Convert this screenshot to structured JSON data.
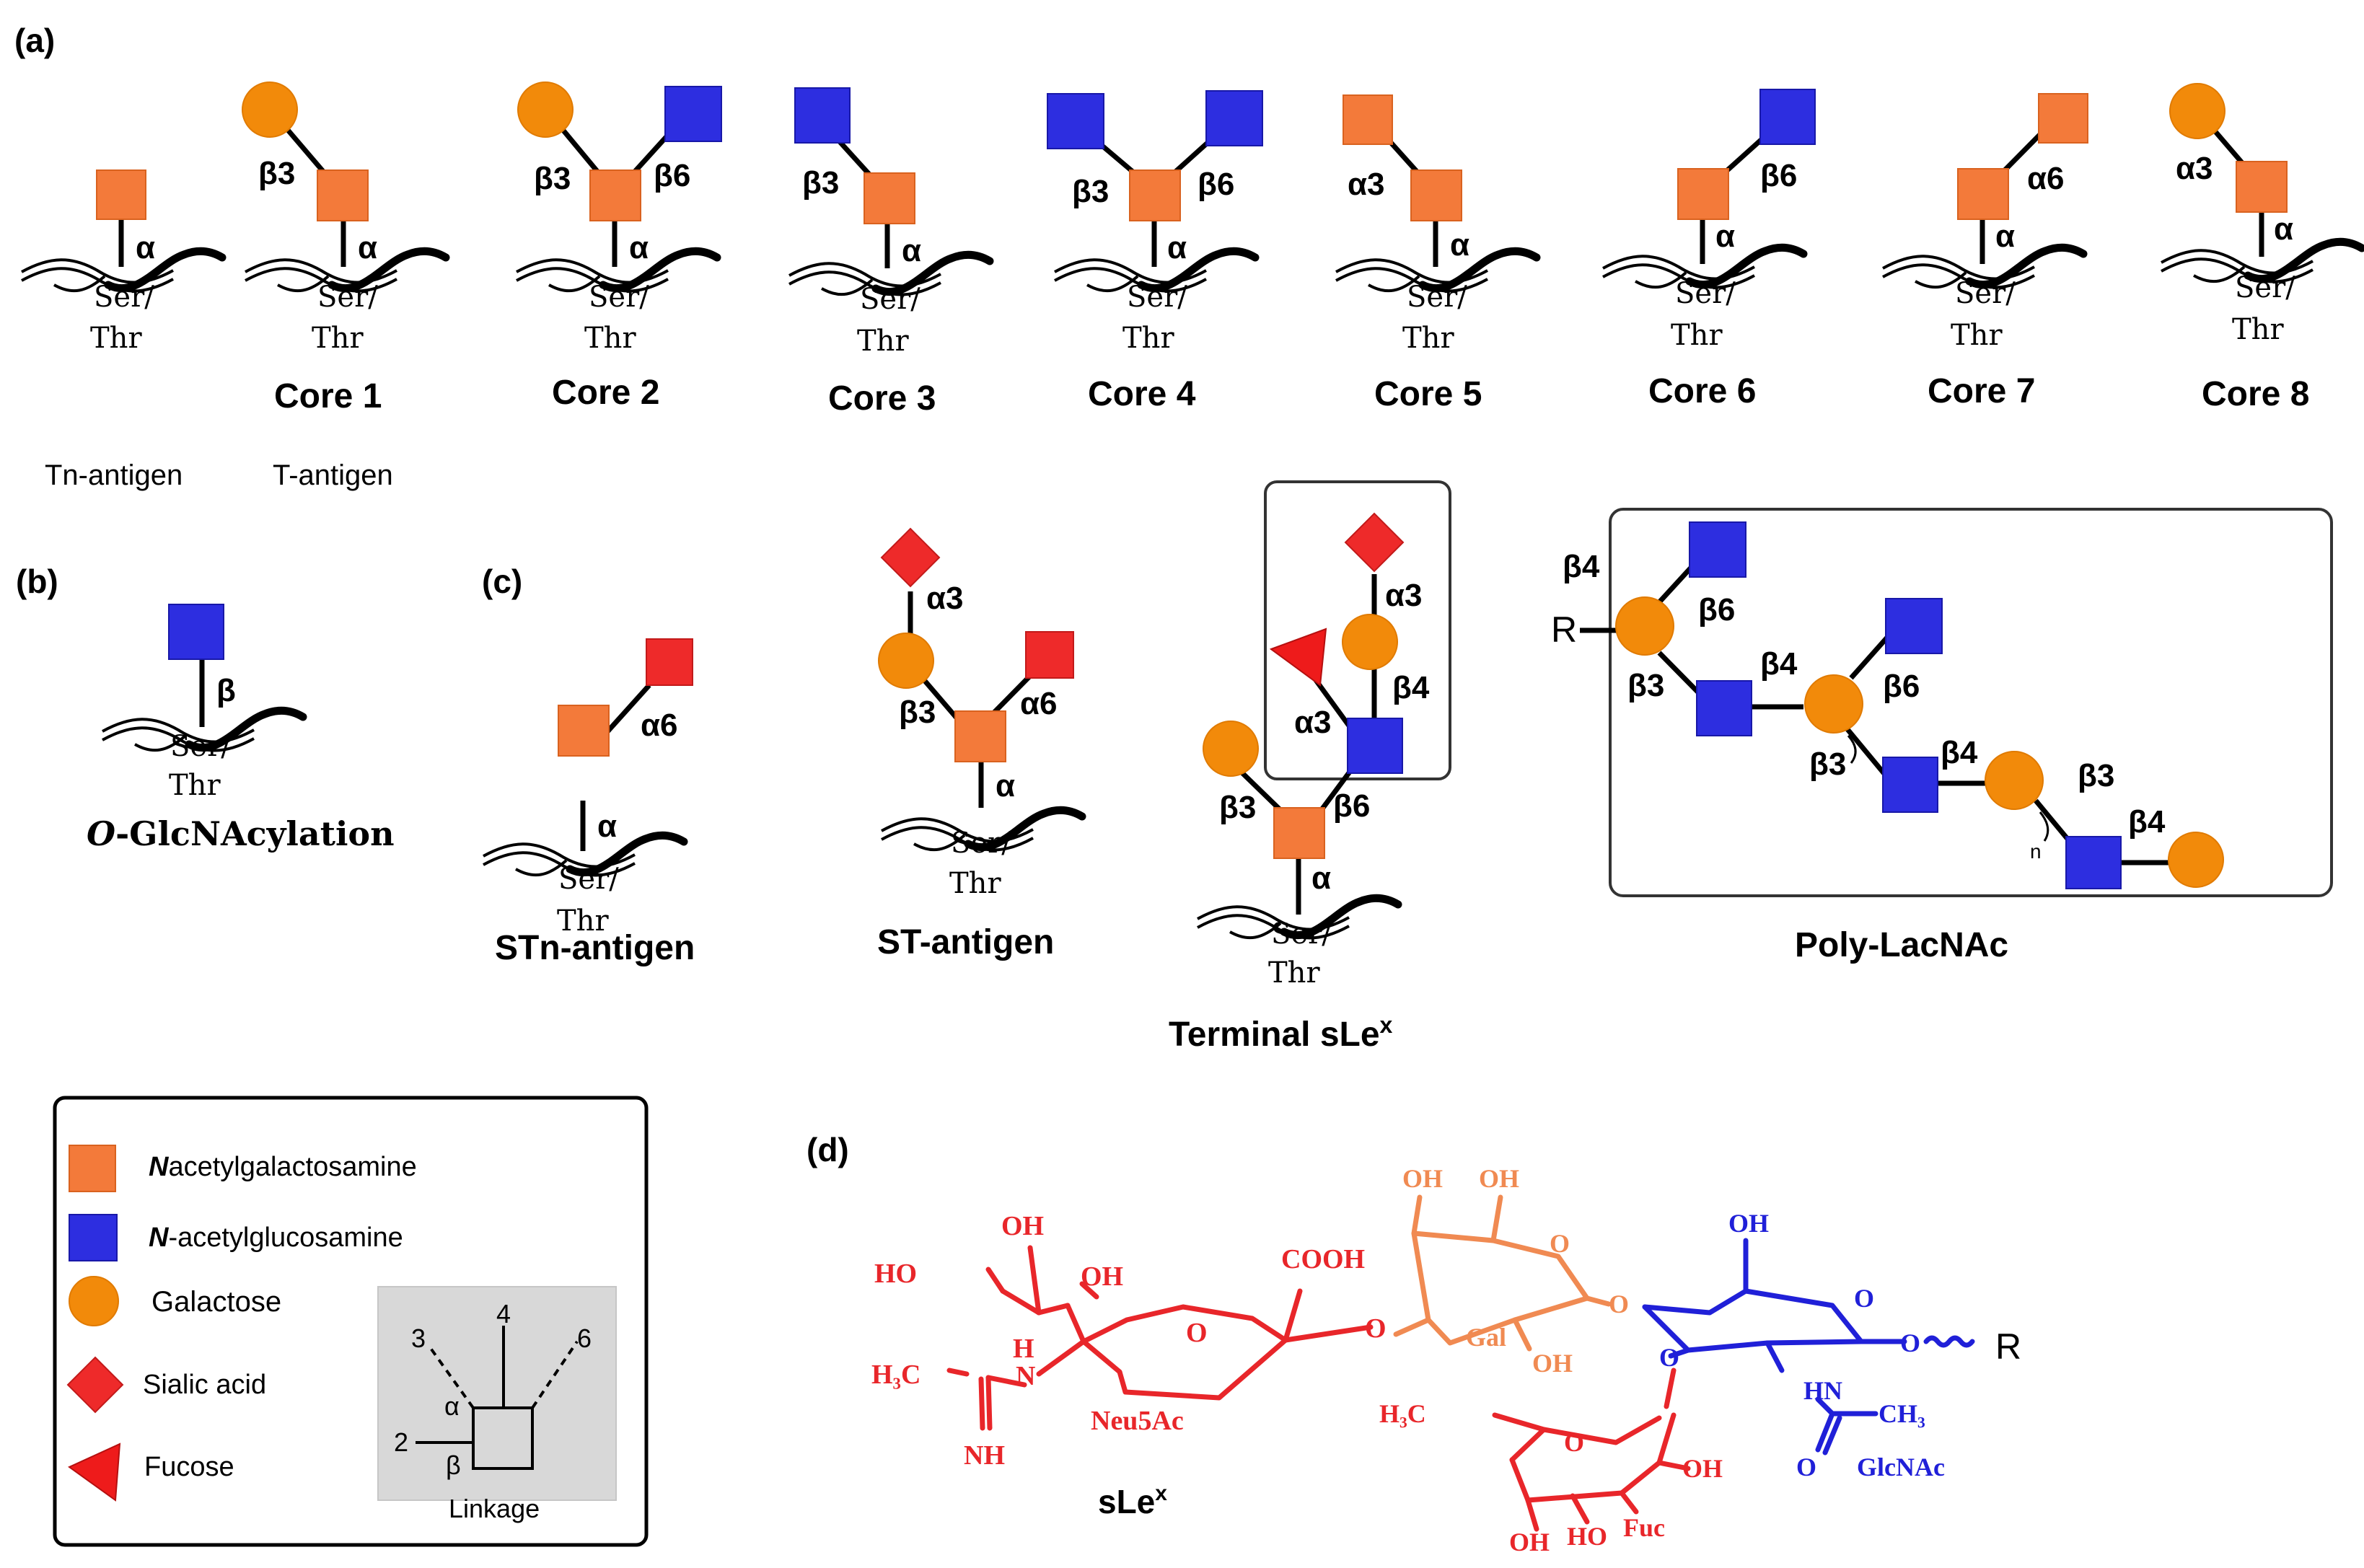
{
  "panels": {
    "a": "(a)",
    "b": "(b)",
    "c": "(c)",
    "d": "(d)"
  },
  "peptide": {
    "ser": "Ser/",
    "thr": "Thr"
  },
  "linkages": {
    "alpha": "α",
    "beta": "β",
    "b3": "β3",
    "b4": "β4",
    "b6": "β6",
    "a3": "α3",
    "a6": "α6",
    "n": "n",
    "r": "R"
  },
  "cores": {
    "tn": "Tn-antigen",
    "t": "T-antigen",
    "core1": "Core 1",
    "core2": "Core 2",
    "core3": "Core 3",
    "core4": "Core 4",
    "core5": "Core 5",
    "core6": "Core 6",
    "core7": "Core 7",
    "core8": "Core 8"
  },
  "panel_b": {
    "label": "O-GlcNAcylation",
    "italic_prefix": "O",
    "rest": "-GlcNAcylation"
  },
  "panel_c": {
    "stn": "STn-antigen",
    "st": "ST-antigen",
    "slex_main": "Terminal sLe",
    "slex_sup": "x",
    "polylacnac": "Poly-LacNAc"
  },
  "legend": {
    "galnac_prefix": "N",
    "galnac_rest": "acetylgalactosamine",
    "glcnac_prefix": "N",
    "glcnac_rest": "-acetylglucosamine",
    "galactose": "Galactose",
    "sialic": "Sialic acid",
    "fucose": "Fucose",
    "linkage": {
      "title": "Linkage",
      "p3": "3",
      "p4": "4",
      "p6": "6",
      "p2": "2",
      "alpha": "α",
      "beta": "β"
    }
  },
  "structure": {
    "oh": "OH",
    "ho": "HO",
    "cooh": "COOH",
    "o": "O",
    "r": "R",
    "h": "H",
    "n": "N",
    "hn": "HN",
    "nh": "NH",
    "h3c": "H₃C",
    "ch3": "CH₃",
    "neu5ac": "Neu5Ac",
    "gal": "Gal",
    "glcnac": "GlcNAc",
    "fuc": "Fuc",
    "slex_main": "sLe",
    "slex_sup": "x"
  },
  "colors": {
    "galnac": "#f37a3a",
    "glcnac": "#2d2ee0",
    "galactose": "#f28a0a",
    "sialic": "#ee2a2a",
    "fucose": "#ee1b1b",
    "neu5ac": "#e8262a",
    "gal_ring": "#f08a52",
    "glcnac_ring": "#2020d8"
  },
  "icons": {
    "galnac": "orange-square-icon",
    "glcnac": "blue-square-icon",
    "galactose": "orange-circle-icon",
    "sialic": "red-diamond-icon",
    "fucose": "red-triangle-icon"
  }
}
